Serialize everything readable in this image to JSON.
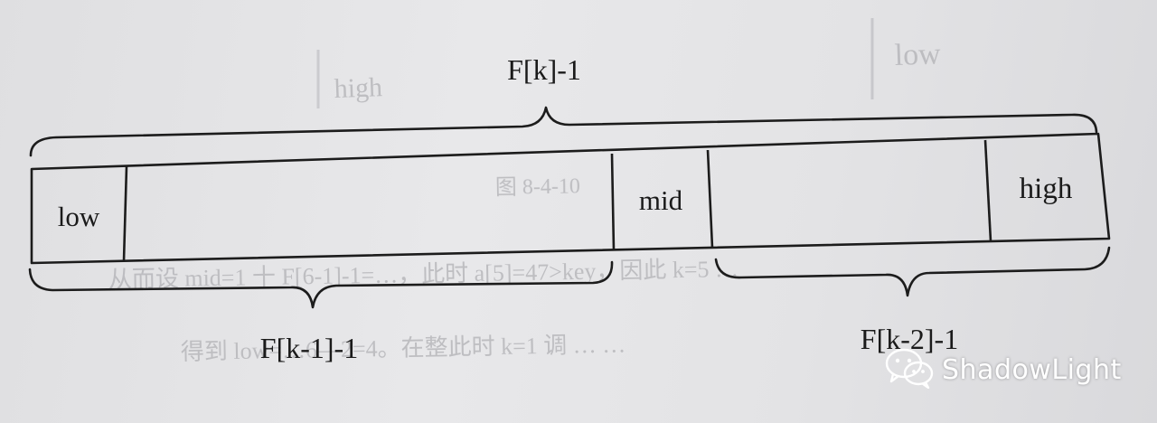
{
  "diagram": {
    "top_brace_label": "F[k]-1",
    "cells": {
      "low": "low",
      "mid": "mid",
      "high": "high"
    },
    "bottom_left_label": "F[k-1]-1",
    "bottom_right_label": "F[k-2]-1"
  },
  "background_bleed": {
    "low_text": "low",
    "high_text": "high",
    "figure_label": "图 8-4-10",
    "line1": "从而设 mid=1 十 F[6-1]-1=…，此时 a[5]=47>key，因此 k=5 …",
    "line2": "得到 low=…6—2=4。在整此时 k=1 调 … …"
  },
  "watermark": {
    "text": "ShadowLight",
    "icon": "wechat-icon",
    "color": "#ffffff"
  }
}
